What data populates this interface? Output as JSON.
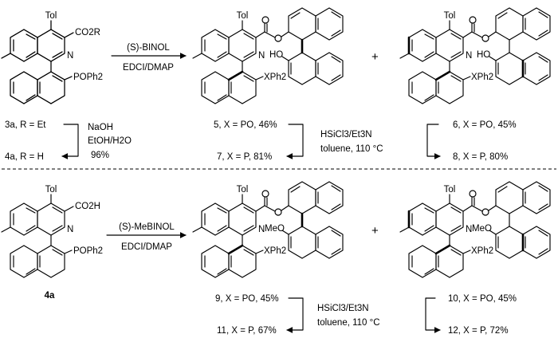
{
  "scheme_top": {
    "start": {
      "tol": "Tol",
      "ester": "CO2R",
      "atom_n": "N",
      "pop": "POPh2",
      "label_3a": "3a, R = Et",
      "label_4a": "4a, R = H"
    },
    "hydrolysis": {
      "line1": "NaOH",
      "line2": "EtOH/H2O",
      "line3": "96%"
    },
    "coupling": {
      "reagent": "(S)-BINOL",
      "conditions": "EDCI/DMAP"
    },
    "product_a": {
      "tol": "Tol",
      "atom_n": "N",
      "hydroxy": "HO",
      "xph": "XPh2"
    },
    "plus": "+",
    "product_b": {
      "tol": "Tol",
      "atom_n": "N",
      "hydroxy": "HO",
      "xph": "XPh2"
    },
    "yields": {
      "c5": {
        "id": "5",
        "text": ", X = PO, 46%"
      },
      "c6": {
        "id": "6",
        "text": ", X = PO, 45%"
      },
      "c7": {
        "id": "7",
        "text": ", X = P, 81%"
      },
      "c8": {
        "id": "8",
        "text": ", X = P, 80%"
      }
    },
    "reduction": {
      "line1": "HSiCl3/Et3N",
      "line2": "toluene, 110 °C"
    }
  },
  "scheme_bottom": {
    "start": {
      "tol": "Tol",
      "acid": "CO2H",
      "atom_n": "N",
      "pop": "POPh2",
      "label": "4a"
    },
    "coupling": {
      "reagent": "(S)-MeBINOL",
      "conditions": "EDCI/DMAP"
    },
    "product_a": {
      "tol": "Tol",
      "atom_n": "N",
      "methoxy": "MeO",
      "xph": "XPh2"
    },
    "plus": "+",
    "product_b": {
      "tol": "Tol",
      "atom_n": "N",
      "methoxy": "MeO",
      "xph": "XPh2"
    },
    "yields": {
      "c9": {
        "id": "9",
        "text": ", X = PO, 45%"
      },
      "c10": {
        "id": "10",
        "text": ", X = PO, 45%"
      },
      "c11": {
        "id": "11",
        "text": ", X = P, 67%"
      },
      "c12": {
        "id": "12",
        "text": ", X = P, 72%"
      }
    },
    "reduction": {
      "line1": "HSiCl3/Et3N",
      "line2": "toluene, 110 °C"
    }
  }
}
